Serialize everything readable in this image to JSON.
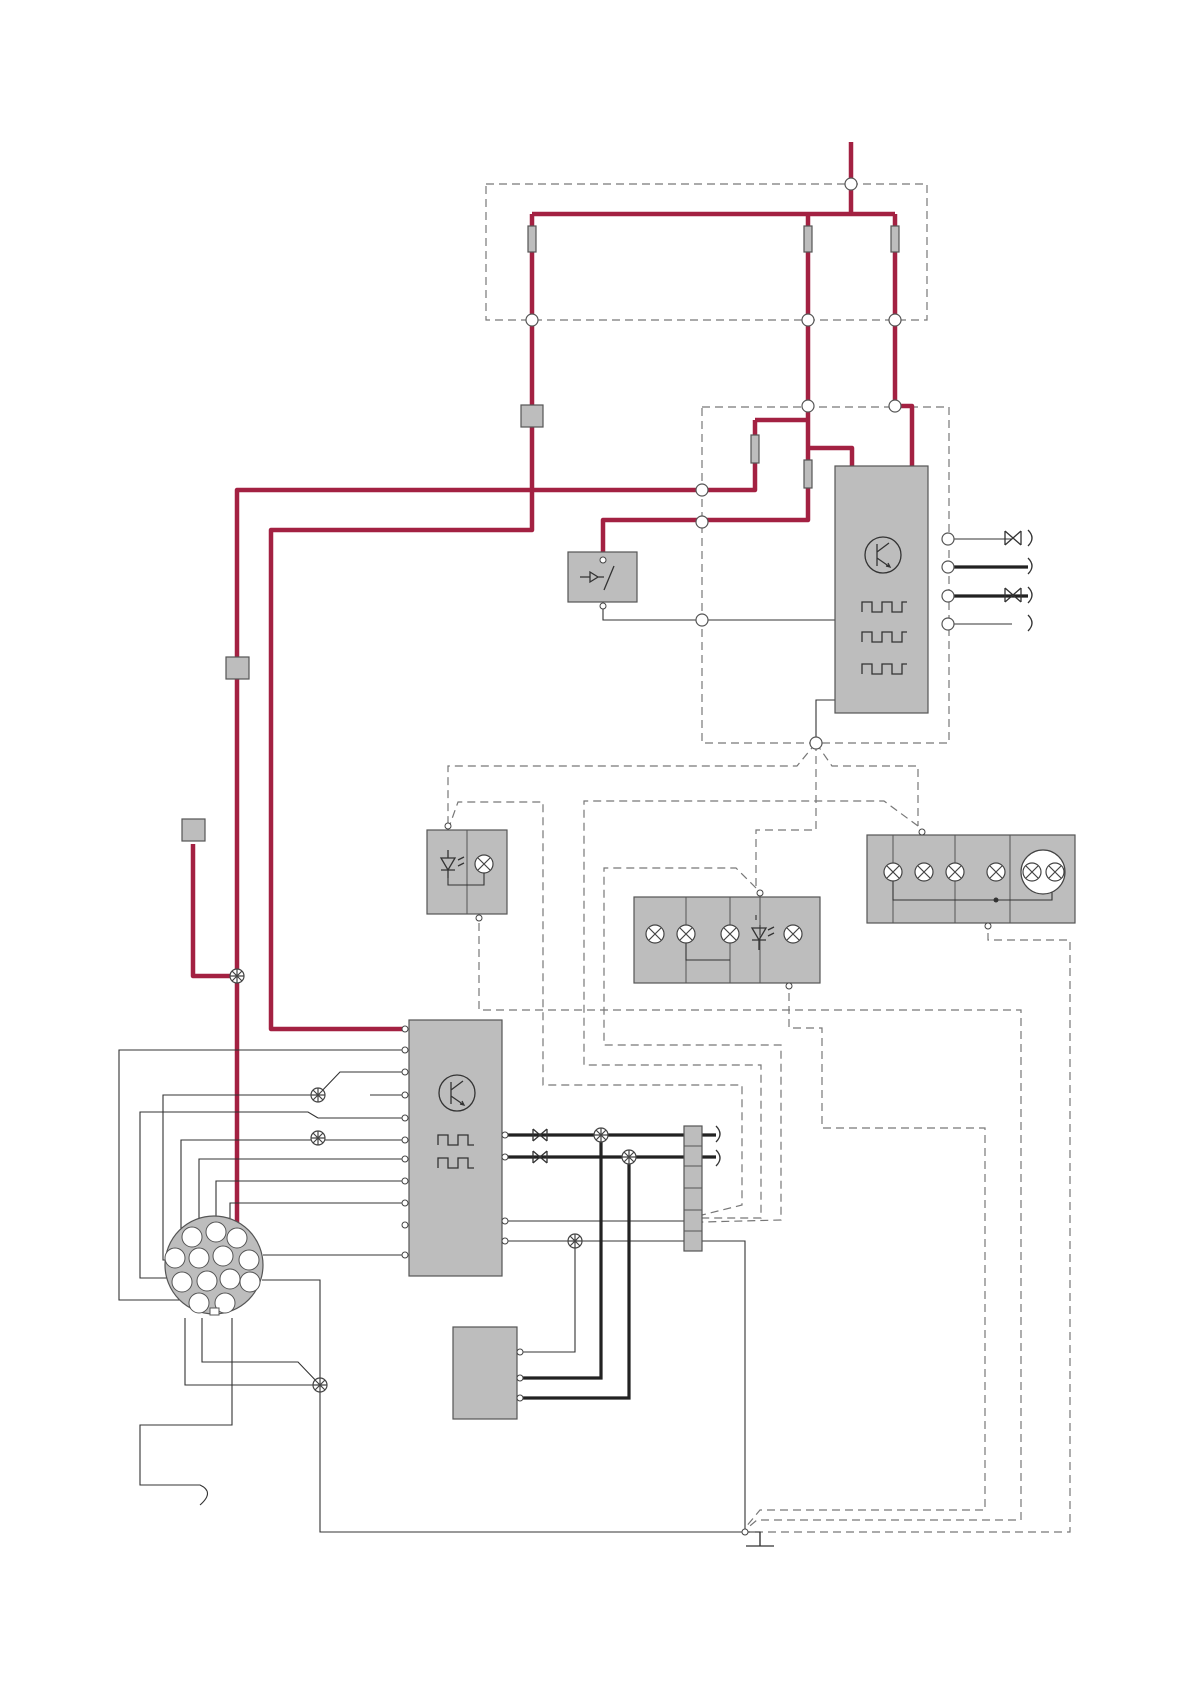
{
  "diagram": {
    "type": "wiring-schematic",
    "colors": {
      "power_wire": "#a32142",
      "component_fill": "#bdbdbd",
      "signal_wire": "#333333",
      "dashed_wire": "#777777",
      "background": "#ffffff"
    },
    "components": [
      {
        "name": "fuse-box",
        "icons": [
          "fuse-icon",
          "fuse-icon",
          "fuse-icon"
        ]
      },
      {
        "name": "relay-module",
        "icons": [
          "transistor-icon",
          "pulse-wave-icon",
          "pulse-wave-icon",
          "pulse-wave-icon"
        ]
      },
      {
        "name": "brake-switch",
        "icons": [
          "switch-icon"
        ]
      },
      {
        "name": "connector-blocks",
        "icons": [
          "connector-icon",
          "connector-icon",
          "connector-icon"
        ]
      },
      {
        "name": "left-lamp-cluster",
        "icons": [
          "led-icon",
          "lamp-icon"
        ]
      },
      {
        "name": "center-lamp-cluster",
        "icons": [
          "lamp-icon",
          "lamp-icon",
          "lamp-icon",
          "led-icon",
          "lamp-icon"
        ]
      },
      {
        "name": "right-lamp-cluster",
        "icons": [
          "lamp-icon",
          "lamp-icon",
          "lamp-icon",
          "lamp-icon",
          "lamp-icon",
          "lamp-icon"
        ]
      },
      {
        "name": "trailer-module",
        "icons": [
          "transistor-icon",
          "pulse-wave-icon",
          "pulse-wave-icon"
        ]
      },
      {
        "name": "trailer-socket",
        "icons": [
          "socket-pin-icon"
        ]
      },
      {
        "name": "diagnostic-unit",
        "icons": []
      },
      {
        "name": "terminal-strip",
        "icons": []
      },
      {
        "name": "ground-point",
        "icons": [
          "ground-icon"
        ]
      }
    ]
  }
}
